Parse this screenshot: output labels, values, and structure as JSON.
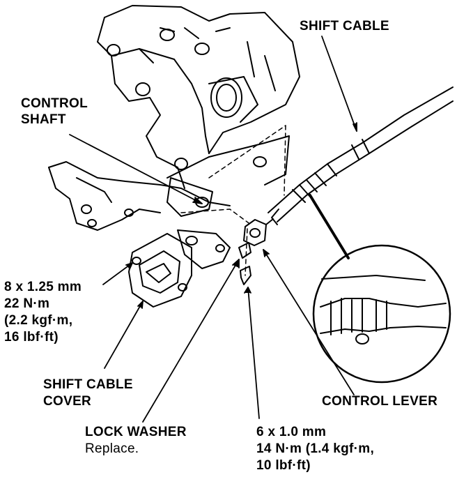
{
  "labels": {
    "shift_cable": "SHIFT CABLE",
    "control_shaft_1": "CONTROL",
    "control_shaft_2": "SHAFT",
    "bolt_left_1": "8 x 1.25 mm",
    "bolt_left_2": "22 N·m",
    "bolt_left_3": "(2.2 kgf·m,",
    "bolt_left_4": "16 lbf·ft)",
    "cover_1": "SHIFT CABLE",
    "cover_2": "COVER",
    "control_lever": "CONTROL LEVER",
    "lock_washer": "LOCK WASHER",
    "lock_washer_note": "Replace.",
    "bolt_right_1": "6 x 1.0 mm",
    "bolt_right_2": "14 N·m (1.4 kgf·m,",
    "bolt_right_3": "10 lbf·ft)"
  }
}
